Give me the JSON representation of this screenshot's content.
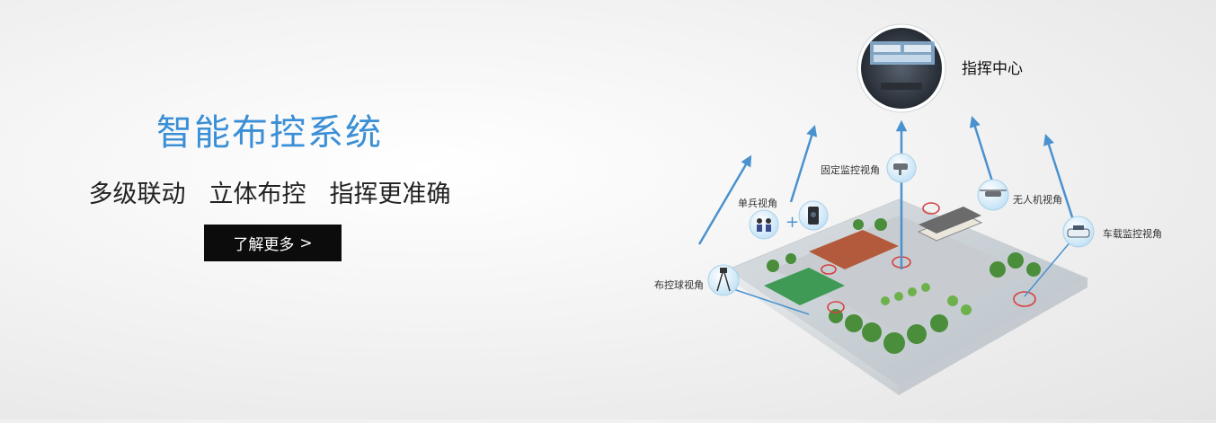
{
  "hero": {
    "title": "智能布控系统",
    "slogans": [
      "多级联动",
      "立体布控",
      "指挥更准确"
    ],
    "cta_label": "了解更多",
    "cta_arrow": ">"
  },
  "diagram": {
    "command_center": "指挥中心",
    "views": {
      "fixed": "固定监控视角",
      "soldier": "单兵视角",
      "drone": "无人机视角",
      "vehicle": "车载监控视角",
      "dome": "布控球视角"
    }
  },
  "colors": {
    "accent": "#3a8fd6",
    "cta_bg": "#0c0c0c"
  }
}
